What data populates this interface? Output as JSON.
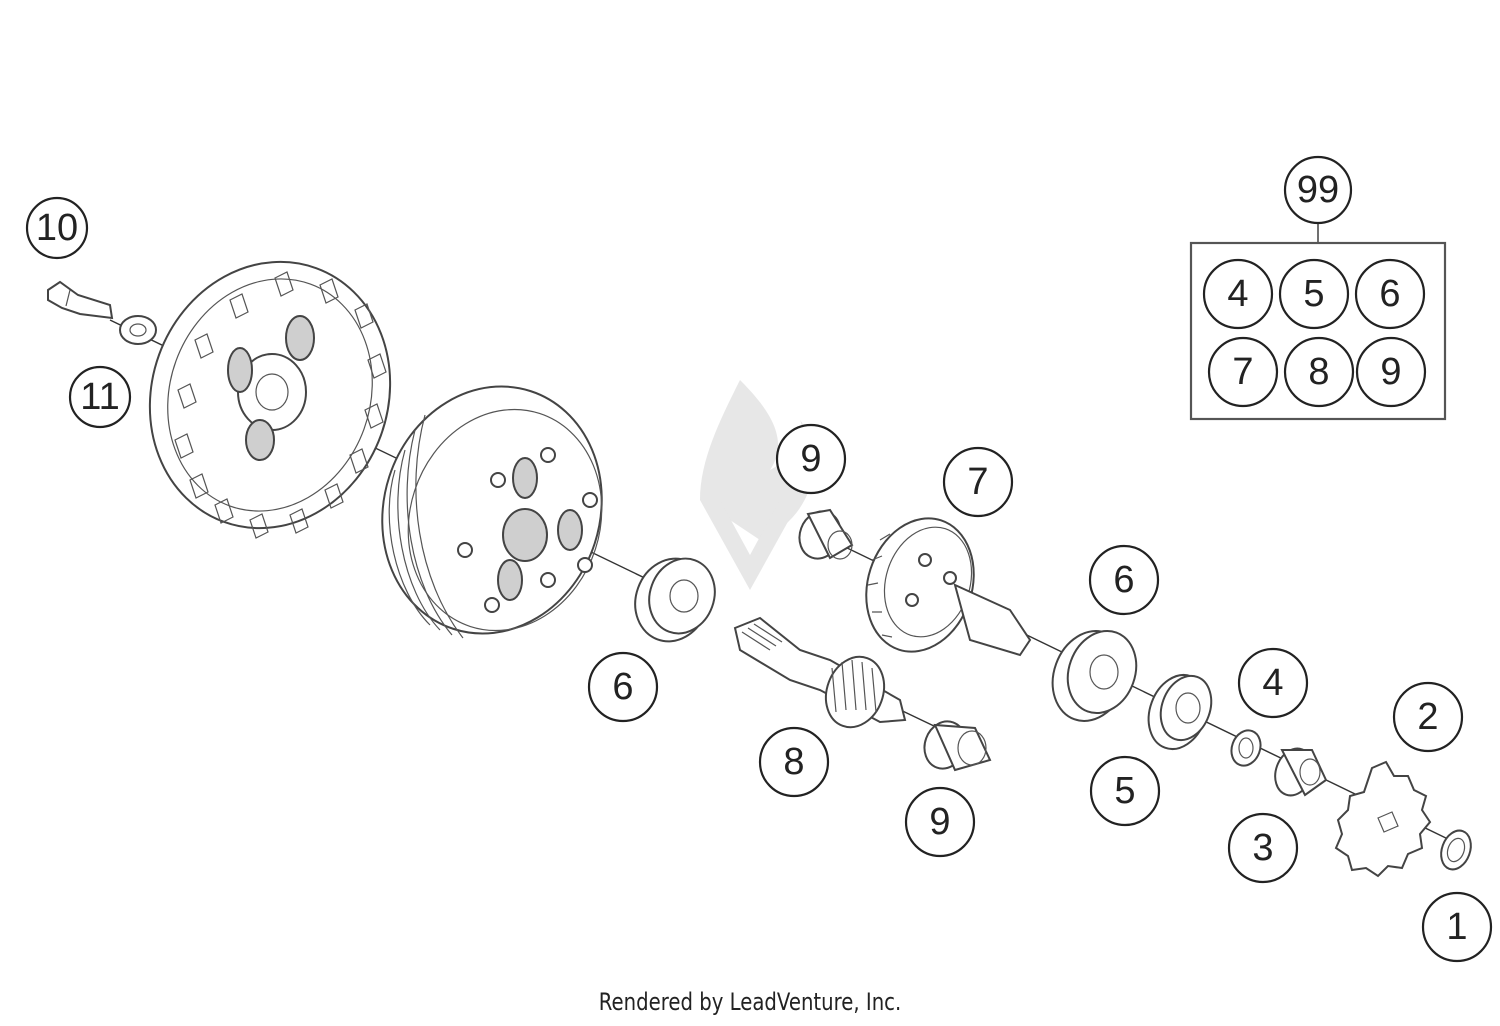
{
  "callouts": {
    "c10": "10",
    "c11": "11",
    "c99": "99",
    "kit": [
      "4",
      "5",
      "6",
      "7",
      "8",
      "9"
    ],
    "c9_top": "9",
    "c7": "7",
    "c6_right": "6",
    "c6_left": "6",
    "c8": "8",
    "c9_bottom": "9",
    "c5": "5",
    "c4": "4",
    "c3": "3",
    "c2": "2",
    "c1": "1"
  },
  "footer": "Rendered by LeadVenture, Inc.",
  "colors": {
    "line": "#222222",
    "background": "#ffffff",
    "watermark": "#bbbbbb"
  }
}
